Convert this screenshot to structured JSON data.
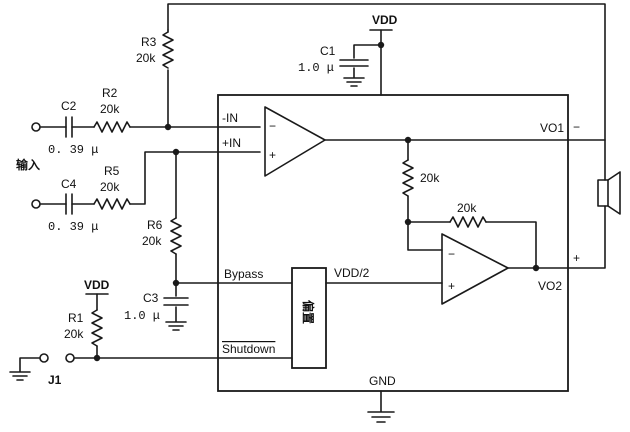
{
  "supply": {
    "vdd_top": "VDD",
    "vdd_r1": "VDD"
  },
  "components": {
    "c1": {
      "ref": "C1",
      "value": "1.0 μ"
    },
    "c2": {
      "ref": "C2",
      "value": "0. 39 μ"
    },
    "c3": {
      "ref": "C3",
      "value": "1.0 μ"
    },
    "c4": {
      "ref": "C4",
      "value": "0. 39 μ"
    },
    "r1": {
      "ref": "R1",
      "value": "20k"
    },
    "r2": {
      "ref": "R2",
      "value": "20k"
    },
    "r3": {
      "ref": "R3",
      "value": "20k"
    },
    "r5": {
      "ref": "R5",
      "value": "20k"
    },
    "r6": {
      "ref": "R6",
      "value": "20k"
    },
    "r_internal_div": {
      "value": "20k"
    },
    "r_internal_fb": {
      "value": "20k"
    },
    "jumper": {
      "ref": "J1"
    }
  },
  "input_label": "输入",
  "pins": {
    "neg_in": "-IN",
    "pos_in": "+IN",
    "bypass": "Bypass",
    "bias_block": "偏置",
    "vdd_half": "VDD/2",
    "shutdown": "Shutdown",
    "gnd": "GND",
    "vo1": "VO1",
    "vo2": "VO2"
  },
  "opamp_signs": {
    "minus": "−",
    "plus": "+"
  },
  "speaker_polarity": {
    "minus": "−",
    "plus": "+"
  }
}
